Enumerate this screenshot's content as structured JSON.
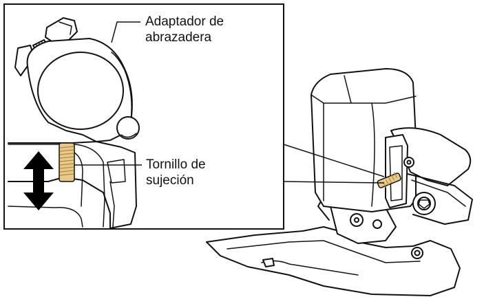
{
  "callouts": {
    "clamp_adapter": {
      "line1": "Adaptador de",
      "line2": "abrazadera"
    },
    "fixing_screw": {
      "line1": "Tornillo de",
      "line2": "sujeción"
    }
  },
  "colors": {
    "line": "#111111",
    "screw": "#e7c98a",
    "screw_thread": "#b48a3c",
    "arrow": "#000000",
    "background": "#ffffff"
  },
  "icons": {
    "arrow": "double-headed-vertical-arrow",
    "screw": "fixing-screw",
    "derailleur": "front-derailleur-illustration"
  }
}
